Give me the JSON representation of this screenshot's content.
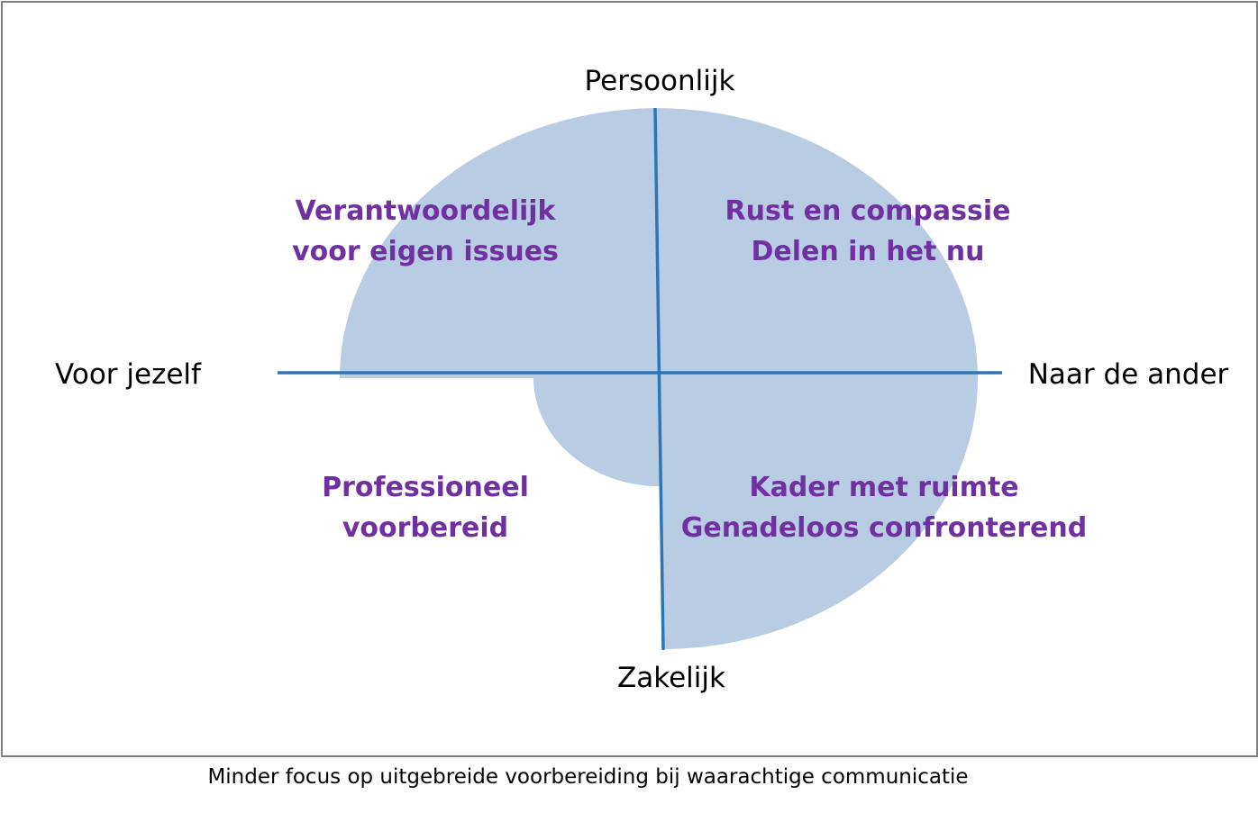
{
  "axes": {
    "top": "Persoonlijk",
    "bottom": "Zakelijk",
    "left": "Voor jezelf",
    "right": "Naar de ander"
  },
  "quadrants": {
    "top_left": [
      "Verantwoordelijk",
      "voor eigen issues"
    ],
    "top_right": [
      "Rust en compassie",
      "Delen in het nu"
    ],
    "bottom_left": [
      "Professioneel",
      "voorbereid"
    ],
    "bottom_right": [
      "Kader met ruimte",
      "Genadeloos confronterend"
    ]
  },
  "caption": "Minder focus op uitgebreide voorbereiding bij waarachtige communicatie",
  "colors": {
    "shape_fill": "#b8cce4",
    "axis_line": "#2e75b6",
    "quadrant_text": "#7030a0",
    "frame_border": "#7f7f7f"
  }
}
